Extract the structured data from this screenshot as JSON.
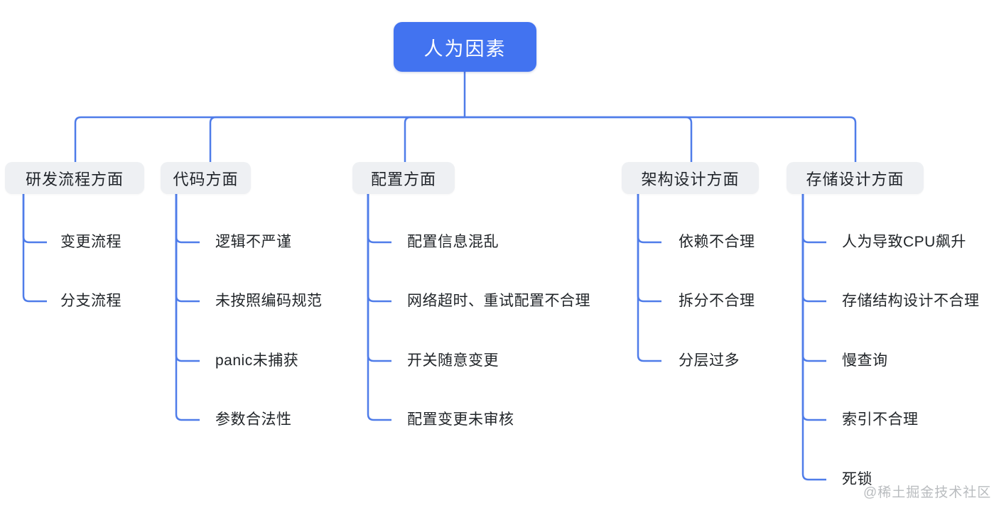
{
  "root": {
    "label": "人为因素"
  },
  "branches": [
    {
      "label": "研发流程方面",
      "children": [
        "变更流程",
        "分支流程"
      ]
    },
    {
      "label": "代码方面",
      "children": [
        "逻辑不严谨",
        "未按照编码规范",
        "panic未捕获",
        "参数合法性"
      ]
    },
    {
      "label": "配置方面",
      "children": [
        "配置信息混乱",
        "网络超时、重试配置不合理",
        "开关随意变更",
        "配置变更未审核"
      ]
    },
    {
      "label": "架构设计方面",
      "children": [
        "依赖不合理",
        "拆分不合理",
        "分层过多"
      ]
    },
    {
      "label": "存储设计方面",
      "children": [
        "人为导致CPU飙升",
        "存储结构设计不合理",
        "慢查询",
        "索引不合理",
        "死锁"
      ]
    }
  ],
  "watermark": "@稀土掘金技术社区",
  "colors": {
    "root_fill": "#4273f0",
    "root_text": "#ffffff",
    "branch_fill": "#eef0f3",
    "branch_text": "#1f2329",
    "leaf_text": "#212529",
    "connector": "#4f7ce9",
    "watermark": "#b9bcbf",
    "background": "#ffffff"
  }
}
